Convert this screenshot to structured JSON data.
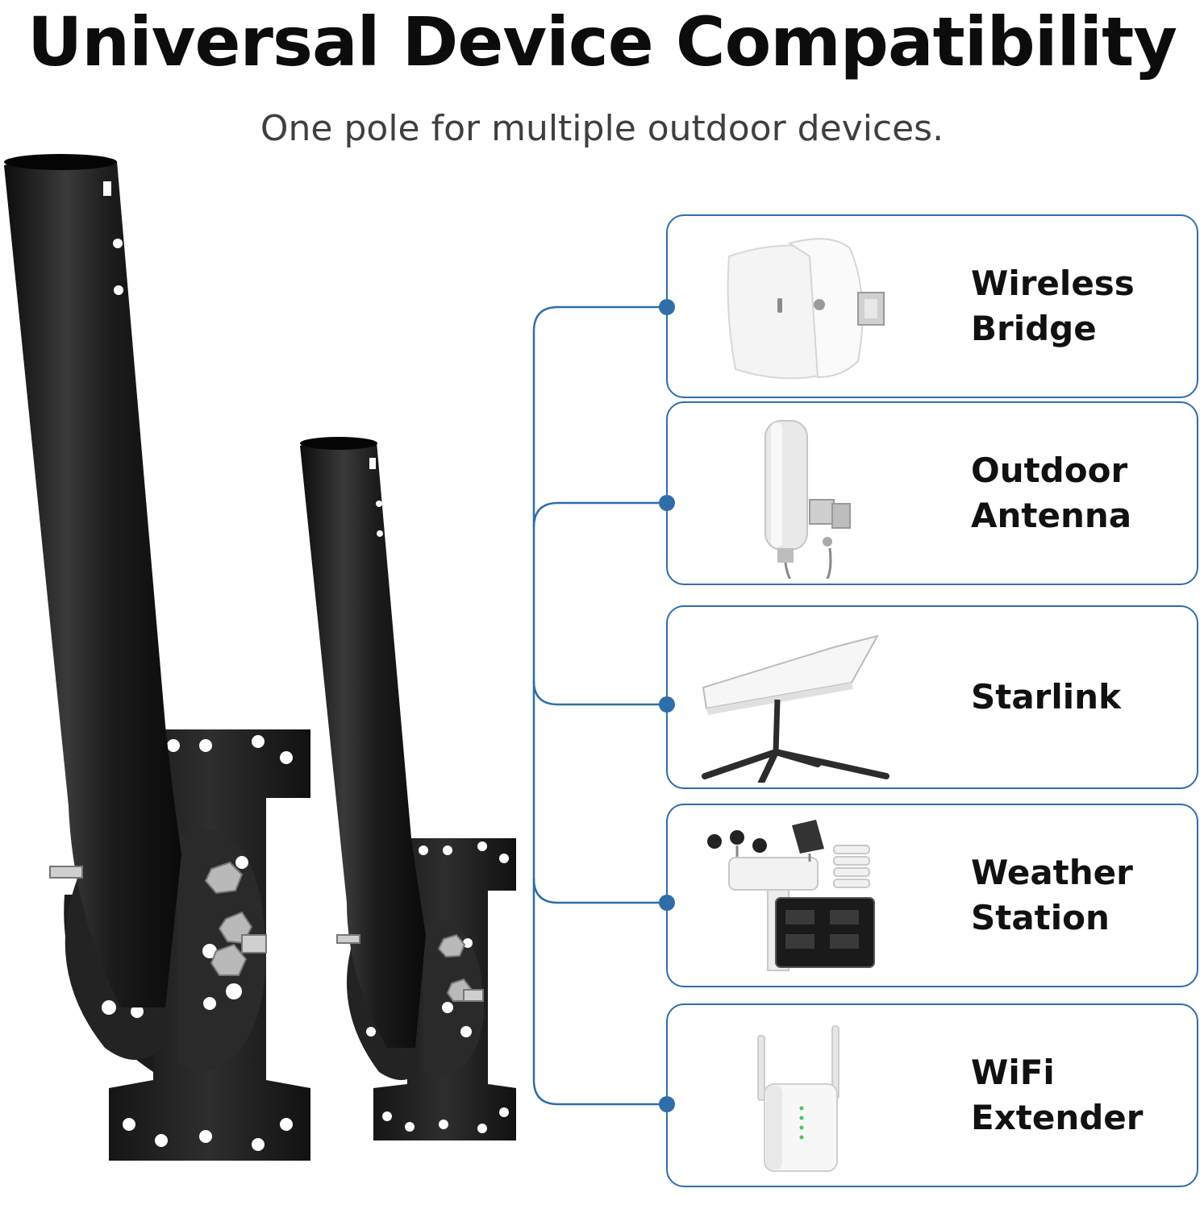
{
  "header": {
    "title": "Universal Device Compatibility",
    "subtitle": "One pole for multiple outdoor devices."
  },
  "colors": {
    "accent_blue": "#2f6ea8",
    "pole_black": "#1a1a1a",
    "title_text": "#0c0c0c",
    "subtitle_text": "#3f3f3f"
  },
  "devices": [
    {
      "label": "Wireless\nBridge",
      "icon": "wireless-bridge-icon"
    },
    {
      "label": "Outdoor\nAntenna",
      "icon": "outdoor-antenna-icon"
    },
    {
      "label": "Starlink",
      "icon": "starlink-dish-icon"
    },
    {
      "label": "Weather\nStation",
      "icon": "weather-station-icon"
    },
    {
      "label": "WiFi\nExtender",
      "icon": "wifi-extender-icon"
    }
  ]
}
